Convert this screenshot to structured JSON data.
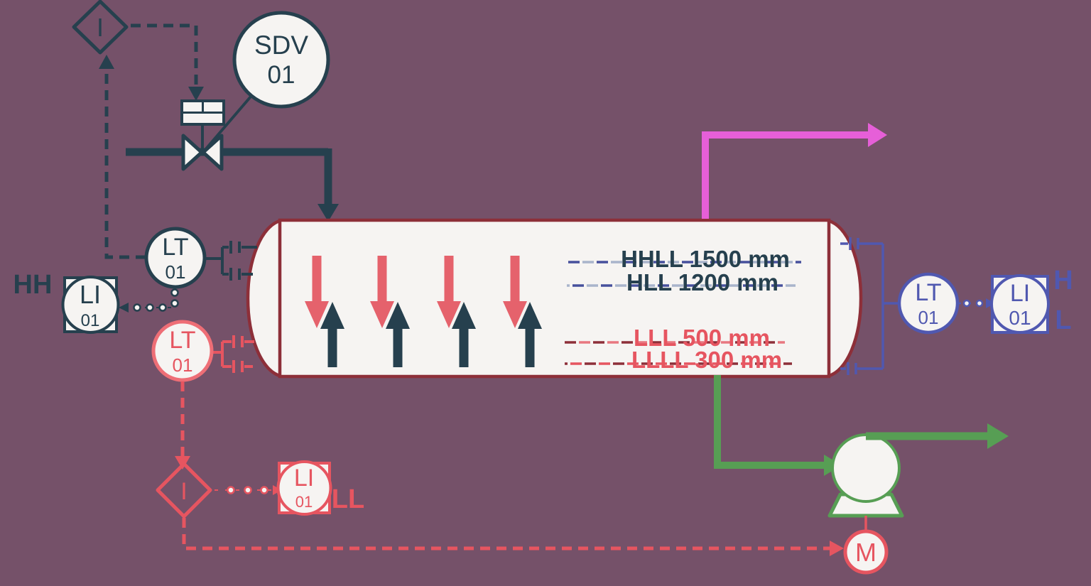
{
  "diagram": {
    "kind": "process-instrumentation-diagram",
    "background_color": "#755169",
    "colors": {
      "navy": "#26404E",
      "maroon": "#8D2F39",
      "vessel_fill": "#F6F4F2",
      "red": "#E65560",
      "blue": "#5058B0",
      "light_blue_dash": "#A9B4CB",
      "magenta": "#E65FD8",
      "green": "#579E54"
    },
    "instruments": {
      "interlock_high": {
        "label": "I"
      },
      "shutdown_valve": {
        "tag": "SDV",
        "number": "01"
      },
      "level_transmitter_high": {
        "tag": "LT",
        "number": "01"
      },
      "level_indicator_high": {
        "tag": "LI",
        "number": "01",
        "alarm": "HH"
      },
      "level_transmitter_low": {
        "tag": "LT",
        "number": "01"
      },
      "interlock_low": {
        "label": "I"
      },
      "level_indicator_low": {
        "tag": "LI",
        "number": "01",
        "alarm": "LL"
      },
      "level_transmitter_right": {
        "tag": "LT",
        "number": "01"
      },
      "level_indicator_right": {
        "tag": "LI",
        "number": "01",
        "alarm_high": "H",
        "alarm_low": "L"
      },
      "motor": {
        "label": "M"
      }
    },
    "levels": [
      {
        "name": "HHLL",
        "label": "HHLL 1500 mm",
        "value_mm": 1500
      },
      {
        "name": "HLL",
        "label": "HLL 1200 mm",
        "value_mm": 1200
      },
      {
        "name": "LLL",
        "label": "LLL 500 mm",
        "value_mm": 500
      },
      {
        "name": "LLLL",
        "label": "LLLL 300 mm",
        "value_mm": 300
      }
    ]
  }
}
